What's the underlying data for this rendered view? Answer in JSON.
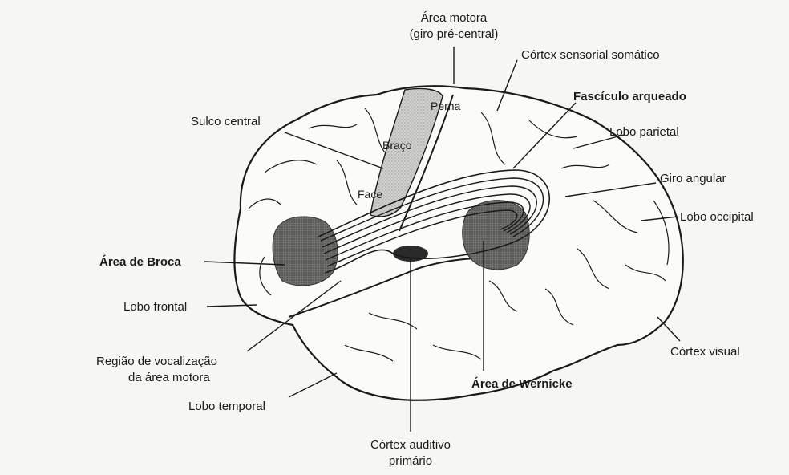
{
  "labels": {
    "area_motora": "Área motora",
    "giro_precentral": "(giro pré-central)",
    "cortex_sensorial": "Córtex sensorial somático",
    "fasciculo": "Fascículo arqueado",
    "lobo_parietal": "Lobo parietal",
    "giro_angular": "Giro angular",
    "lobo_occipital": "Lobo occipital",
    "sulco_central": "Sulco central",
    "area_broca": "Área de Broca",
    "lobo_frontal": "Lobo frontal",
    "regiao_vocalizacao_1": "Região de vocalização",
    "regiao_vocalizacao_2": "da área motora",
    "lobo_temporal": "Lobo temporal",
    "cortex_auditivo_1": "Córtex auditivo",
    "cortex_auditivo_2": "primário",
    "area_wernicke": "Área de Wernicke",
    "cortex_visual": "Córtex visual",
    "perna": "Perna",
    "braco": "Braço",
    "face": "Face"
  },
  "colors": {
    "ink": "#1a1a1a",
    "paper": "#f6f6f4",
    "motor_strip": "#c9c9c6",
    "broca_region": "#6f6f6c",
    "wernicke_region": "#7a7a77"
  }
}
